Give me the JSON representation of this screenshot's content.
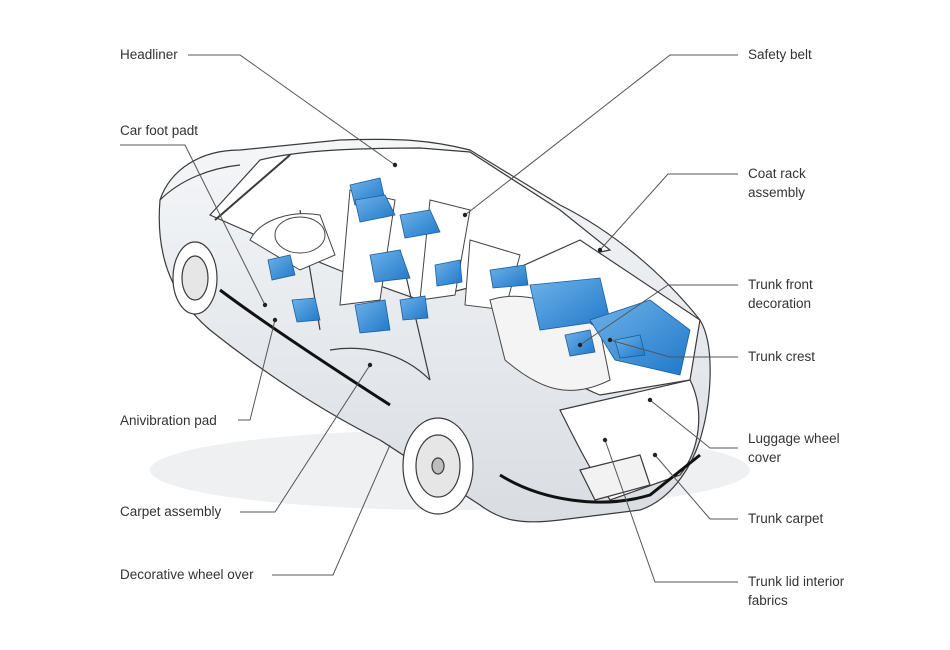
{
  "labels_left": {
    "headliner": "Headliner",
    "car_foot_pad": "Car foot padt",
    "antivibration_pad": "Anivibration pad",
    "carpet_assembly": "Carpet assembly",
    "decorative_wheel_over": "Decorative wheel over"
  },
  "labels_right": {
    "safety_belt": "Safety belt",
    "coat_rack_1": "Coat rack",
    "coat_rack_2": "assembly",
    "trunk_front_1": "Trunk front",
    "trunk_front_2": "decoration",
    "trunk_crest": "Trunk crest",
    "luggage_wheel_1": "Luggage wheel",
    "luggage_wheel_2": "cover",
    "trunk_carpet": "Trunk carpet",
    "trunk_lid_1": "Trunk lid interior",
    "trunk_lid_2": "fabrics"
  },
  "colors": {
    "highlight": "#2f8ad6",
    "highlight_light": "#9fcbef",
    "outline": "#3a3a3a",
    "body_fill": "#ffffff"
  }
}
